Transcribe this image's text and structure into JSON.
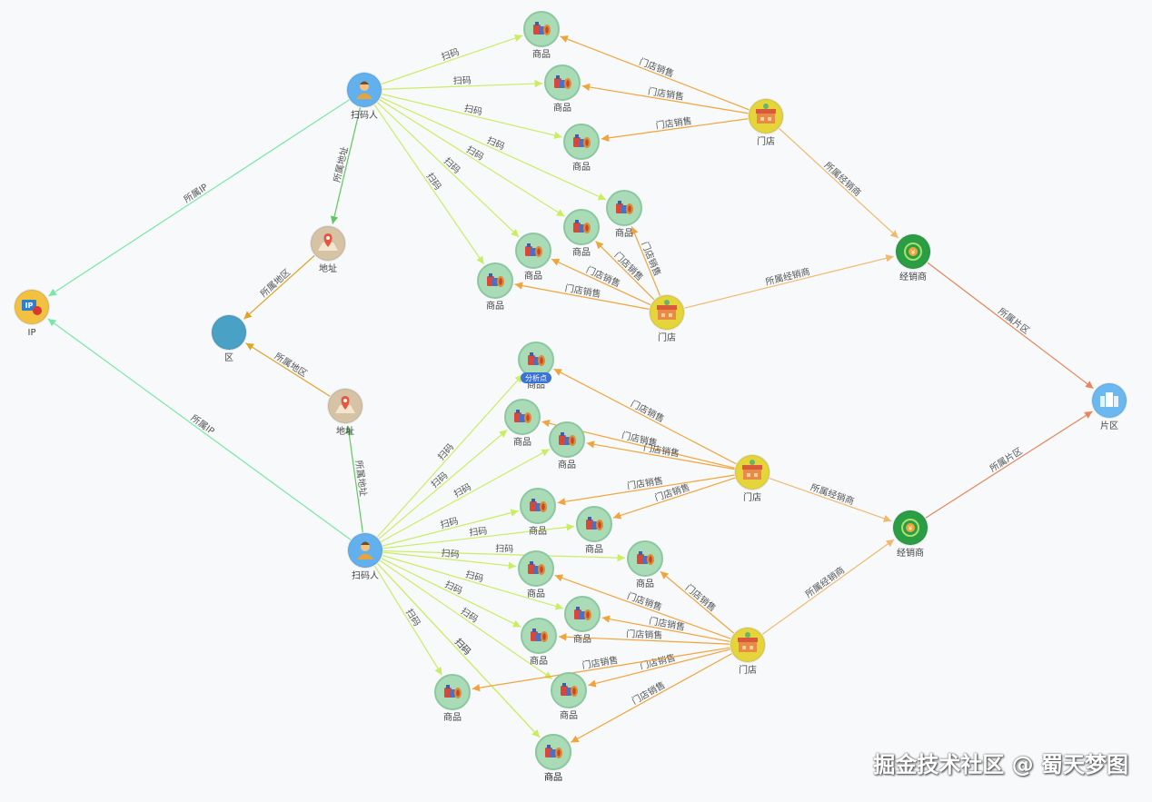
{
  "colors": {
    "scan_edge": "#c9ee63",
    "sale_edge": "#f2a43a",
    "address_edge": "#5ec95f",
    "ip_edge": "#79e8a4",
    "district_edge": "#e0a525",
    "dealer_edge": "#f2b86c",
    "area_edge": "#e8855a",
    "product_fill": "#a9dcb6",
    "product_ring": "#8cc7a0",
    "scanner_fill": "#63b0ee",
    "store_fill": "#e5d43a",
    "dealer_fill": "#2a9d45",
    "area_fill": "#6ab8ef",
    "address_fill": "#d6c2a5",
    "district_fill": "#4aa1c6",
    "ip_fill": "#f2c142",
    "badge_fill": "#3a73d8"
  },
  "badge_label": "分析点",
  "watermark": "掘金技术社区 @ 蜀天梦图",
  "nodes": [
    {
      "id": "ip",
      "label": "IP",
      "type": "ip",
      "icon": "ip-icon"
    },
    {
      "id": "district",
      "label": "区",
      "type": "district",
      "icon": ""
    },
    {
      "id": "addr1",
      "label": "地址",
      "type": "address",
      "icon": "map-pin-icon"
    },
    {
      "id": "addr2",
      "label": "地址",
      "type": "address",
      "icon": "map-pin-icon"
    },
    {
      "id": "scanner1",
      "label": "扫码人",
      "type": "scanner",
      "icon": "person-icon"
    },
    {
      "id": "scanner2",
      "label": "扫码人",
      "type": "scanner",
      "icon": "person-icon"
    },
    {
      "id": "store1",
      "label": "门店",
      "type": "store",
      "icon": "storefront-icon"
    },
    {
      "id": "store2",
      "label": "门店",
      "type": "store",
      "icon": "storefront-icon"
    },
    {
      "id": "store3",
      "label": "门店",
      "type": "store",
      "icon": "storefront-icon"
    },
    {
      "id": "store4",
      "label": "门店",
      "type": "store",
      "icon": "storefront-icon"
    },
    {
      "id": "dealer1",
      "label": "经销商",
      "type": "dealer",
      "icon": "coin-cycle-icon"
    },
    {
      "id": "dealer2",
      "label": "经销商",
      "type": "dealer",
      "icon": "coin-cycle-icon"
    },
    {
      "id": "area",
      "label": "片区",
      "type": "area",
      "icon": "buildings-icon"
    },
    {
      "id": "p1",
      "label": "商品",
      "type": "product",
      "icon": "goods-icon"
    },
    {
      "id": "p2",
      "label": "商品",
      "type": "product",
      "icon": "goods-icon"
    },
    {
      "id": "p3",
      "label": "商品",
      "type": "product",
      "icon": "goods-icon"
    },
    {
      "id": "p4",
      "label": "商品",
      "type": "product",
      "icon": "goods-icon"
    },
    {
      "id": "p5",
      "label": "商品",
      "type": "product",
      "icon": "goods-icon"
    },
    {
      "id": "p6",
      "label": "商品",
      "type": "product",
      "icon": "goods-icon"
    },
    {
      "id": "p7",
      "label": "商品",
      "type": "product",
      "icon": "goods-icon"
    },
    {
      "id": "q1",
      "label": "商品",
      "type": "product",
      "icon": "goods-icon",
      "badge": true
    },
    {
      "id": "q2",
      "label": "商品",
      "type": "product",
      "icon": "goods-icon"
    },
    {
      "id": "q3",
      "label": "商品",
      "type": "product",
      "icon": "goods-icon"
    },
    {
      "id": "q4",
      "label": "商品",
      "type": "product",
      "icon": "goods-icon"
    },
    {
      "id": "q5",
      "label": "商品",
      "type": "product",
      "icon": "goods-icon"
    },
    {
      "id": "q6",
      "label": "商品",
      "type": "product",
      "icon": "goods-icon"
    },
    {
      "id": "q7",
      "label": "商品",
      "type": "product",
      "icon": "goods-icon"
    },
    {
      "id": "q8",
      "label": "商品",
      "type": "product",
      "icon": "goods-icon"
    },
    {
      "id": "q9",
      "label": "商品",
      "type": "product",
      "icon": "goods-icon"
    },
    {
      "id": "q10",
      "label": "商品",
      "type": "product",
      "icon": "goods-icon"
    },
    {
      "id": "q11",
      "label": "商品",
      "type": "product",
      "icon": "goods-icon"
    },
    {
      "id": "q12",
      "label": "商品",
      "type": "product",
      "icon": "goods-icon"
    },
    {
      "id": "q13",
      "label": "商品",
      "type": "product",
      "icon": "goods-icon"
    }
  ],
  "edges": [
    {
      "from": "scanner1",
      "to": "ip",
      "label": "所属IP",
      "kind": "ip"
    },
    {
      "from": "scanner2",
      "to": "ip",
      "label": "所属IP",
      "kind": "ip"
    },
    {
      "from": "scanner1",
      "to": "addr1",
      "label": "所属地址",
      "kind": "address"
    },
    {
      "from": "scanner2",
      "to": "addr2",
      "label": "所属地址",
      "kind": "address"
    },
    {
      "from": "addr1",
      "to": "district",
      "label": "所属地区",
      "kind": "district"
    },
    {
      "from": "addr2",
      "to": "district",
      "label": "所属地区",
      "kind": "district"
    },
    {
      "from": "scanner1",
      "to": "p1",
      "label": "扫码",
      "kind": "scan"
    },
    {
      "from": "scanner1",
      "to": "p2",
      "label": "扫码",
      "kind": "scan"
    },
    {
      "from": "scanner1",
      "to": "p3",
      "label": "扫码",
      "kind": "scan"
    },
    {
      "from": "scanner1",
      "to": "p4",
      "label": "扫码",
      "kind": "scan"
    },
    {
      "from": "scanner1",
      "to": "p5",
      "label": "扫码",
      "kind": "scan"
    },
    {
      "from": "scanner1",
      "to": "p6",
      "label": "扫码",
      "kind": "scan"
    },
    {
      "from": "scanner1",
      "to": "p7",
      "label": "扫码",
      "kind": "scan"
    },
    {
      "from": "store1",
      "to": "p1",
      "label": "门店销售",
      "kind": "sale"
    },
    {
      "from": "store1",
      "to": "p2",
      "label": "门店销售",
      "kind": "sale"
    },
    {
      "from": "store1",
      "to": "p3",
      "label": "门店销售",
      "kind": "sale"
    },
    {
      "from": "store2",
      "to": "p4",
      "label": "门店销售",
      "kind": "sale"
    },
    {
      "from": "store2",
      "to": "p5",
      "label": "门店销售",
      "kind": "sale"
    },
    {
      "from": "store2",
      "to": "p6",
      "label": "门店销售",
      "kind": "sale"
    },
    {
      "from": "store2",
      "to": "p7",
      "label": "门店销售",
      "kind": "sale"
    },
    {
      "from": "store1",
      "to": "dealer1",
      "label": "所属经销商",
      "kind": "dealer"
    },
    {
      "from": "store2",
      "to": "dealer1",
      "label": "所属经销商",
      "kind": "dealer"
    },
    {
      "from": "dealer1",
      "to": "area",
      "label": "所属片区",
      "kind": "area"
    },
    {
      "from": "scanner2",
      "to": "q1",
      "label": "扫码",
      "kind": "scan"
    },
    {
      "from": "scanner2",
      "to": "q2",
      "label": "扫码",
      "kind": "scan"
    },
    {
      "from": "scanner2",
      "to": "q3",
      "label": "扫码",
      "kind": "scan"
    },
    {
      "from": "scanner2",
      "to": "q4",
      "label": "扫码",
      "kind": "scan"
    },
    {
      "from": "scanner2",
      "to": "q5",
      "label": "扫码",
      "kind": "scan"
    },
    {
      "from": "scanner2",
      "to": "q6",
      "label": "扫码",
      "kind": "scan"
    },
    {
      "from": "scanner2",
      "to": "q7",
      "label": "扫码",
      "kind": "scan"
    },
    {
      "from": "scanner2",
      "to": "q8",
      "label": "扫码",
      "kind": "scan"
    },
    {
      "from": "scanner2",
      "to": "q9",
      "label": "扫码",
      "kind": "scan"
    },
    {
      "from": "scanner2",
      "to": "q10",
      "label": "扫码",
      "kind": "scan"
    },
    {
      "from": "scanner2",
      "to": "q11",
      "label": "扫码",
      "kind": "scan"
    },
    {
      "from": "scanner2",
      "to": "q12",
      "label": "扫码",
      "kind": "scan"
    },
    {
      "from": "scanner2",
      "to": "q13",
      "label": "扫码",
      "kind": "scan"
    },
    {
      "from": "store3",
      "to": "q1",
      "label": "门店销售",
      "kind": "sale"
    },
    {
      "from": "store3",
      "to": "q2",
      "label": "门店销售",
      "kind": "sale"
    },
    {
      "from": "store3",
      "to": "q3",
      "label": "门店销售",
      "kind": "sale"
    },
    {
      "from": "store3",
      "to": "q4",
      "label": "门店销售",
      "kind": "sale"
    },
    {
      "from": "store3",
      "to": "q5",
      "label": "门店销售",
      "kind": "sale"
    },
    {
      "from": "store4",
      "to": "q6",
      "label": "门店销售",
      "kind": "sale"
    },
    {
      "from": "store4",
      "to": "q7",
      "label": "门店销售",
      "kind": "sale"
    },
    {
      "from": "store4",
      "to": "q8",
      "label": "门店销售",
      "kind": "sale"
    },
    {
      "from": "store4",
      "to": "q9",
      "label": "门店销售",
      "kind": "sale"
    },
    {
      "from": "store4",
      "to": "q10",
      "label": "门店销售",
      "kind": "sale"
    },
    {
      "from": "store4",
      "to": "q11",
      "label": "门店销售",
      "kind": "sale"
    },
    {
      "from": "store4",
      "to": "q13",
      "label": "门店销售",
      "kind": "sale"
    },
    {
      "from": "store3",
      "to": "dealer2",
      "label": "所属经销商",
      "kind": "dealer"
    },
    {
      "from": "store4",
      "to": "dealer2",
      "label": "所属经销商",
      "kind": "dealer"
    },
    {
      "from": "dealer2",
      "to": "area",
      "label": "所属片区",
      "kind": "area"
    }
  ]
}
